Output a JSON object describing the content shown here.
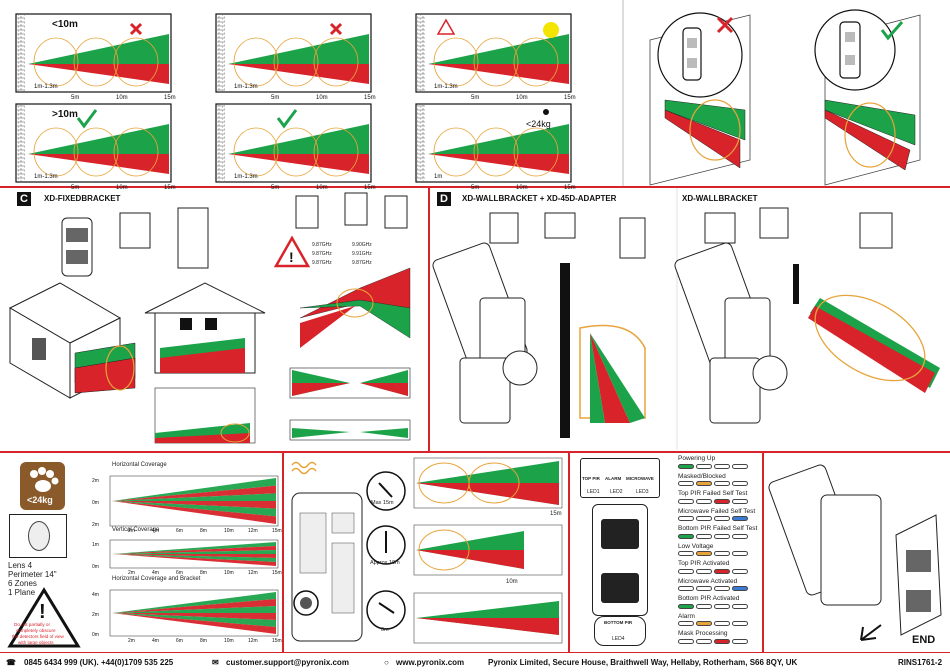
{
  "row1": {
    "panels": [
      {
        "badge": "<10m",
        "status": "cross",
        "height": "1m-1.3m",
        "ticks": [
          "5m",
          "10m",
          "15m"
        ]
      },
      {
        "badge": "",
        "status": "cross",
        "height": "1m-1.3m",
        "ticks": [
          "5m",
          "10m",
          "15m"
        ]
      },
      {
        "badge": "",
        "status": "warning",
        "height": "1m-1.3m",
        "ticks": [
          "5m",
          "10m",
          "15m"
        ]
      },
      {
        "badge": ">10m",
        "status": "check",
        "height": "1m-1.3m",
        "ticks": [
          "5m",
          "10m",
          "15m"
        ]
      },
      {
        "badge": "",
        "status": "check",
        "height": "1m-1.3m",
        "ticks": [
          "5m",
          "10m",
          "15m"
        ]
      },
      {
        "badge": "<24kg",
        "status": "paw",
        "height": "1m",
        "ticks": [
          "5m",
          "10m",
          "15m"
        ]
      }
    ]
  },
  "sectionC": {
    "badge": "C",
    "title": "XD-FIXEDBRACKET",
    "freq_rows": [
      "9.87GHz",
      "9.87GHz",
      "9.87GHz"
    ],
    "freq_rows_right": [
      "9.90GHz",
      "9.91GHz",
      "9.87GHz"
    ]
  },
  "sectionD": {
    "badge": "D",
    "title_left": "XD-WALLBRACKET + XD-45D-ADAPTER",
    "title_right": "XD-WALLBRACKET"
  },
  "sectionLens": {
    "weight": "<24kg",
    "lens_label": "Lens 4",
    "lens_lines": [
      "Perimeter 14\"",
      "6 Zones",
      "1 Plane"
    ],
    "warning_lines": [
      "Do not partially or",
      "completely obscure",
      "the detectors field of view",
      "with large objects"
    ],
    "h_title": "Horizontal Coverage",
    "v_title": "Vertical Coverage",
    "hb_title": "Horizontal Coverage and Bracket",
    "h_ticks": [
      "2m",
      "4m",
      "6m",
      "8m",
      "10m",
      "12m",
      "15m"
    ],
    "h_side": [
      "2m",
      "0m",
      "2m"
    ],
    "v_side": [
      "1m",
      "0m"
    ],
    "hb_side": [
      "4m",
      "2m",
      "0m"
    ]
  },
  "sectionMicrowave": {
    "dial_labels": [
      "Max 15m",
      "Approx 10m",
      "0m"
    ],
    "ranges": [
      "15m",
      "10m",
      ""
    ]
  },
  "sectionLED": {
    "top_labels": [
      "TOP PIR",
      "ALARM",
      "MICROWAVE"
    ],
    "led_names": [
      "LED1",
      "LED2",
      "LED3"
    ],
    "bottom_label": "BOTTOM PIR",
    "bottom_led": "LED4",
    "states": [
      "Powering Up",
      "Masked/Blocked",
      "Top PIR Failed Self Test",
      "Microwave Failed Self Test",
      "Bottom PIR Failed Self Test",
      "Low Voltage",
      "Top PIR Activated",
      "Microwave Activated",
      "Bottom PIR Activated",
      "Alarm",
      "Mask Processing"
    ]
  },
  "end_label": "END",
  "footer": {
    "phone": "0845 6434 999 (UK). +44(0)1709 535 225",
    "email": "customer.support@pyronix.com",
    "web": "www.pyronix.com",
    "address": "Pyronix Limited, Secure House, Braithwell Way, Hellaby, Rotherham, S66 8QY, UK",
    "code": "RINS1761-2"
  },
  "colors": {
    "red": "#d8232a",
    "green": "#1ca34a",
    "orange": "#e8a33a"
  }
}
